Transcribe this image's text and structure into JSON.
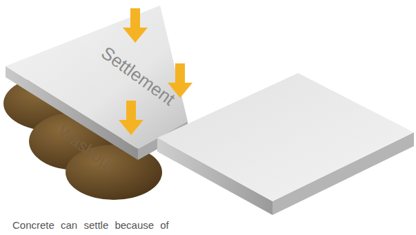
{
  "diagram": {
    "labels": [
      "Settlement",
      "Washout",
      "Concrete can settle because of"
    ]
  }
}
